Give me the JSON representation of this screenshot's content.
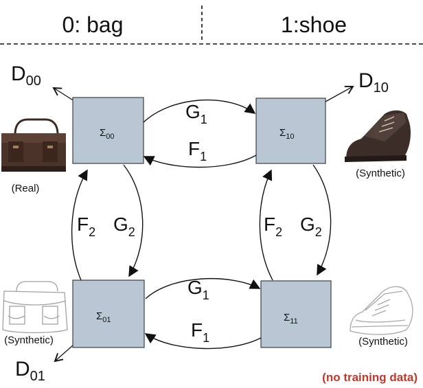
{
  "header": {
    "left_label": "0: bag",
    "right_label": "1:shoe"
  },
  "nodes": {
    "n00": {
      "base": "Σ",
      "sub": "00"
    },
    "n10": {
      "base": "Σ",
      "sub": "10"
    },
    "n01": {
      "base": "Σ",
      "sub": "01"
    },
    "n11": {
      "base": "Σ",
      "sub": "11"
    }
  },
  "discriminators": {
    "d00": {
      "base": "D",
      "sub": "00"
    },
    "d10": {
      "base": "D",
      "sub": "10"
    },
    "d01": {
      "base": "D",
      "sub": "01"
    }
  },
  "edges": {
    "top_forward": {
      "base": "G",
      "sub": "1"
    },
    "top_backward": {
      "base": "F",
      "sub": "1"
    },
    "bottom_forward": {
      "base": "G",
      "sub": "1"
    },
    "bottom_backward": {
      "base": "F",
      "sub": "1"
    },
    "left_up": {
      "base": "F",
      "sub": "2"
    },
    "left_down": {
      "base": "G",
      "sub": "2"
    },
    "right_up": {
      "base": "F",
      "sub": "2"
    },
    "right_down": {
      "base": "G",
      "sub": "2"
    }
  },
  "captions": {
    "bag_real": "(Real)",
    "shoe_synth": "(Synthetic)",
    "bag_synth": "(Synthetic)",
    "shoe_sketch_synth": "(Synthetic)"
  },
  "note": "(no training data)",
  "colors": {
    "box_fill": "#b8c7d3",
    "note": "#c0392b",
    "bag_real": "#4a3328",
    "shoe_real": "#3b2e28",
    "sketch": "#9a9a9a"
  },
  "icons": {
    "bag_real": "leather-bag-photo",
    "shoe_real": "leather-shoe-photo",
    "bag_sketch": "bag-sketch",
    "shoe_sketch": "shoe-sketch"
  }
}
